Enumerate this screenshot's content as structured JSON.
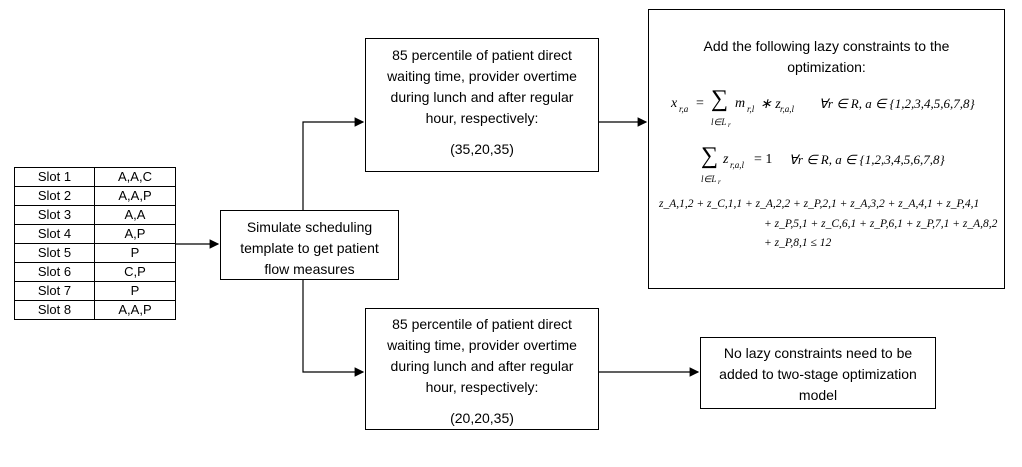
{
  "slots": [
    {
      "slot": "Slot 1",
      "types": "A,A,C"
    },
    {
      "slot": "Slot 2",
      "types": "A,A,P"
    },
    {
      "slot": "Slot 3",
      "types": "A,A"
    },
    {
      "slot": "Slot 4",
      "types": "A,P"
    },
    {
      "slot": "Slot 5",
      "types": "P"
    },
    {
      "slot": "Slot 6",
      "types": "C,P"
    },
    {
      "slot": "Slot 7",
      "types": "P"
    },
    {
      "slot": "Slot 8",
      "types": "A,A,P"
    }
  ],
  "simulate": {
    "line1": "Simulate scheduling",
    "line2": "template to get patient",
    "line3": "flow measures"
  },
  "top_result": {
    "line1": "85 percentile of patient direct",
    "line2": "waiting time, provider overtime",
    "line3": "during lunch and after regular",
    "line4": "hour, respectively:",
    "values": "(35,20,35)"
  },
  "bottom_result": {
    "line1": "85 percentile of patient direct",
    "line2": "waiting time, provider overtime",
    "line3": "during lunch and after regular",
    "line4": "hour, respectively:",
    "values": "(20,20,35)"
  },
  "lazy": {
    "heading1": "Add the following lazy constraints to the",
    "heading2": "optimization:",
    "eq1_lhs": "x",
    "eq1_lhs_sub": "r,a",
    "eq1_eq": "=",
    "eq1_sum_sub": "l∈L",
    "eq1_sum_subsub": "r",
    "eq1_body": "m",
    "eq1_body_sub": "r,l",
    "eq1_times": " ∗ z",
    "eq1_z_sub": "r,a,l",
    "eq1_forall": "∀r ∈ R, a ∈ {1,2,3,4,5,6,7,8}",
    "eq2_body": "z",
    "eq2_z_sub": "r,a,l",
    "eq2_eq": "= 1",
    "eq2_forall": "∀r ∈ R, a ∈ {1,2,3,4,5,6,7,8}",
    "eq3_line1": "z_A,1,2 + z_C,1,1 + z_A,2,2 + z_P,2,1 + z_A,3,2 + z_A,4,1 + z_P,4,1",
    "eq3_line2": "+ z_P,5,1 + z_C,6,1 + z_P,6,1 + z_P,7,1 + z_A,8,2",
    "eq3_line3": "+ z_P,8,1 ≤ 12"
  },
  "no_lazy": {
    "line1": "No lazy constraints need to be",
    "line2": "added to two-stage optimization",
    "line3": "model"
  }
}
